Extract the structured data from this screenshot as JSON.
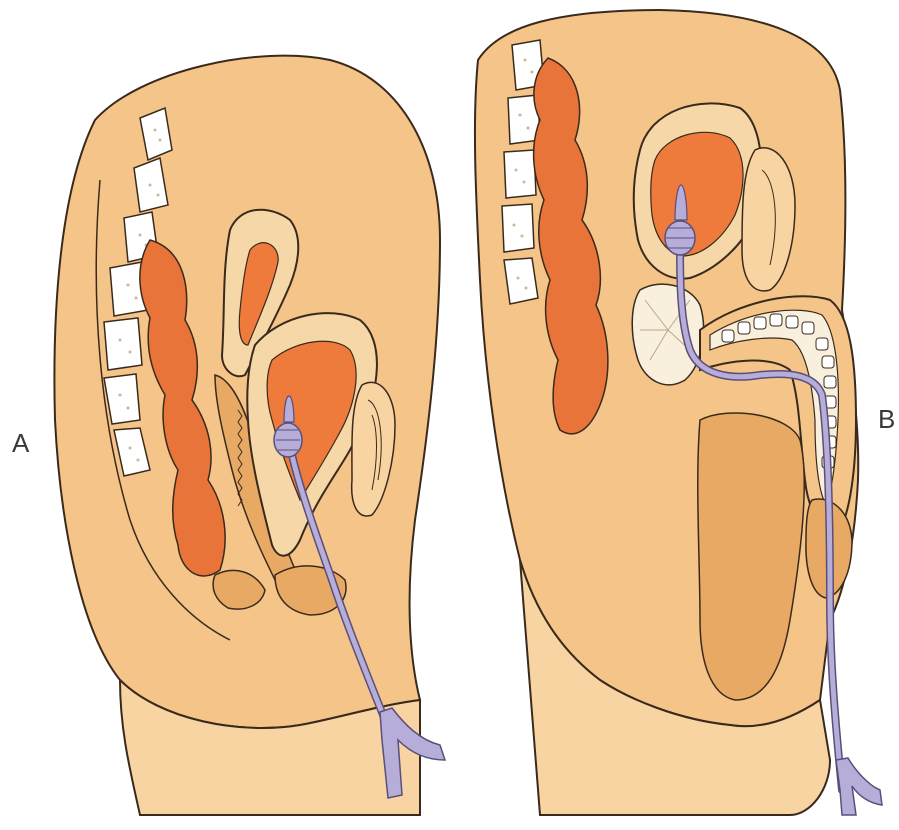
{
  "panels": [
    {
      "label": "A"
    },
    {
      "label": "B"
    }
  ],
  "colors": {
    "skin": "#f4c489",
    "skin_light": "#f8d4a2",
    "skin_dark": "#e8a964",
    "organ_wall": "#f6d7a7",
    "organ_orange": "#ee7a3c",
    "rectum": "#e8743a",
    "bone": "#ffffff",
    "outline": "#3a2a1c",
    "catheter": "#b6add9",
    "catheter_outline": "#5a4f7a"
  },
  "icons": [
    "spine-vertebrae",
    "urinary-catheter",
    "balloon-tip",
    "bladder",
    "rectum",
    "uterus",
    "prostate",
    "urethra"
  ]
}
